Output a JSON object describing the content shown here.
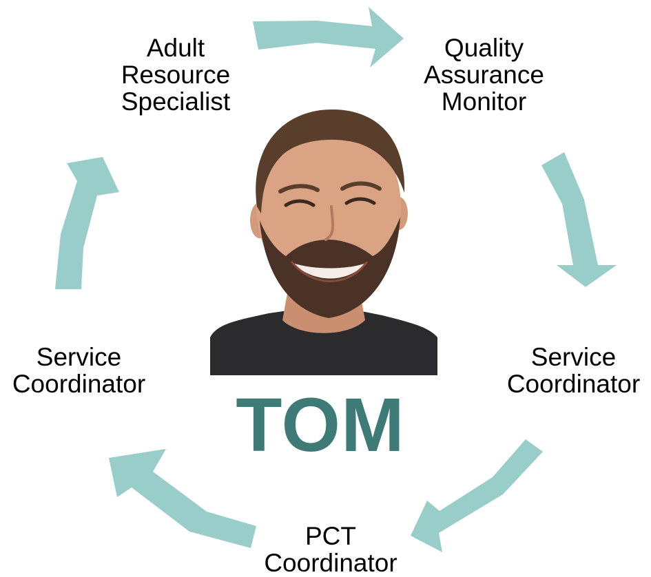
{
  "diagram": {
    "center_name": "TOM",
    "roles": {
      "adult_resource_specialist": "Adult\nResource\nSpecialist",
      "quality_assurance_monitor": "Quality\nAssurance\nMonitor",
      "service_coordinator_right": "Service\nCoordinator",
      "pct_coordinator": "PCT\nCoordinator",
      "service_coordinator_left": "Service\nCoordinator"
    },
    "colors": {
      "arrow": "#99cdca",
      "name": "#3e7b77",
      "text": "#000000",
      "shirt": "#2b2b2e",
      "beard": "#4a3326",
      "hair": "#5a3e2c",
      "skin": "#d9a384"
    }
  }
}
